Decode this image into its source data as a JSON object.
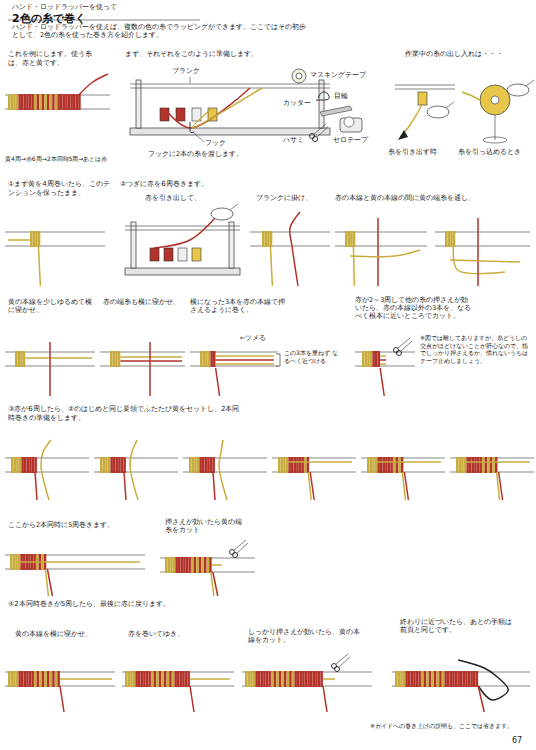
{
  "diagram": {
    "title": "2色の糸で巻く",
    "labels": [
      "ハンド・ロッドラッパーを使って",
      "ハンド・ロッドラッパーを使えば、複数の色の糸でラッピングができます。ここではその初歩として、2色の糸を使った巻き方を紹介します。",
      "これを例にします。使う糸は、赤と黄です。",
      "黄4周→赤6周→2本同時5周→あとは赤",
      "まず、それぞれをこのように準備します。",
      "ブランク",
      "フック",
      "フックに2本の糸を渡します。",
      "マスキングテープ",
      "目輪",
      "カッター",
      "ハサミ",
      "セロテープ",
      "作業中の糸の出し入れは・・・",
      "糸を引き出す時",
      "糸を引っ込めるとき",
      "①まず黄を4周巻いたら、このテンションを保ったまま、",
      "②つぎに赤を6周巻きます。",
      "赤を引き出して、",
      "ブランクに掛け、",
      "赤の本線と黄の本線の間に黄の端糸を通し、",
      "黄の本線を少しゆるめて横に寝かせ、",
      "赤の端糸も横に寝かせ、",
      "横になった3本を赤の本線で押さえるように巻く。",
      "←ツメる",
      "この3本を重ねず なるべく近づける",
      "赤が2～3周して他の糸の押さえが効いたら、赤の本線以外の3本を、なるべく根本に近いところでカット。",
      "※図では離してありますが、糸どうしの交点がほどけないことが肝心なので、指でしっかり押さえるか、慣れないうちはテープ止めしましょう。",
      "③赤が6周したら、②のはじめと同じ要領でふたたび黄をセットし、2本同時巻きの準備をします。",
      "ここから2本同時に5周巻きます。",
      "押さえが効いたら黄の端糸をカット",
      "④2本同時巻きが5周したら、最後に赤に戻ります。",
      "黄の本線を横に寝かせ、",
      "赤を巻いてゆき、",
      "しっかり押さえが効いたら、黄の本線をカット。",
      "終わりに近づいたら、あとの手順は前頁と同じです。",
      "※ガイドへの巻き上げの説明も、ここでは省きます。",
      "67"
    ]
  }
}
